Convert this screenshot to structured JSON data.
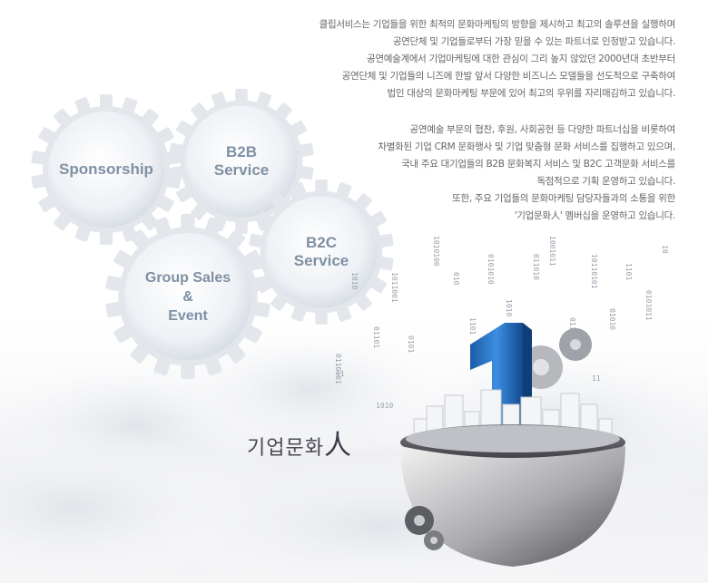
{
  "intro": {
    "paragraph1": [
      "클립서비스는 기업들을 위한 최적의 문화마케팅의 방향을 제시하고 최고의 솔루션을 실행하며",
      "공연단체 및 기업들로부터 가장 믿을 수 있는 파트너로 인정받고 있습니다.",
      "공연예술계에서 기업마케팅에 대한 관심이 그리 높지 않았던 2000년대 초반부터",
      "공연단체 및 기업들의 니즈에 한발 앞서 다양한 비즈니스 모델들을 선도적으로 구축하여",
      "법인 대상의 문화마케팅 부문에 있어 최고의 우위를 자리매김하고 있습니다."
    ],
    "paragraph2": [
      "공연예술 부문의 협찬, 후원, 사회공헌 등 다양한 파트너십을 비롯하여",
      "차별화된 기업 CRM 문화행사 및 기업 맞춤형 문화 서비스를 집행하고 있으며,",
      "국내 주요 대기업들의 B2B 문화복지 서비스 및 B2C 고객문화 서비스를",
      "독점적으로 기획 운영하고 있습니다.",
      "또한, 주요 기업들의 문화마케팅 담당자들과의 소통을 위한",
      "'기업문화人' 멤버십을 운영하고 있습니다."
    ]
  },
  "gears": {
    "sponsorship": {
      "line1": "Sponsorship"
    },
    "b2b": {
      "line1": "B2B",
      "line2": "Service"
    },
    "b2c": {
      "line1": "B2C",
      "line2": "Service"
    },
    "group": {
      "line1": "Group Sales",
      "line2": "&",
      "line3": "Event"
    }
  },
  "brand": {
    "text": "기업문화",
    "char": "人"
  },
  "illustration": {
    "digit": "1"
  },
  "colors": {
    "gear_text": "#7f90a4",
    "body_text": "#666666",
    "accent_blue": "#2a6fc2"
  }
}
